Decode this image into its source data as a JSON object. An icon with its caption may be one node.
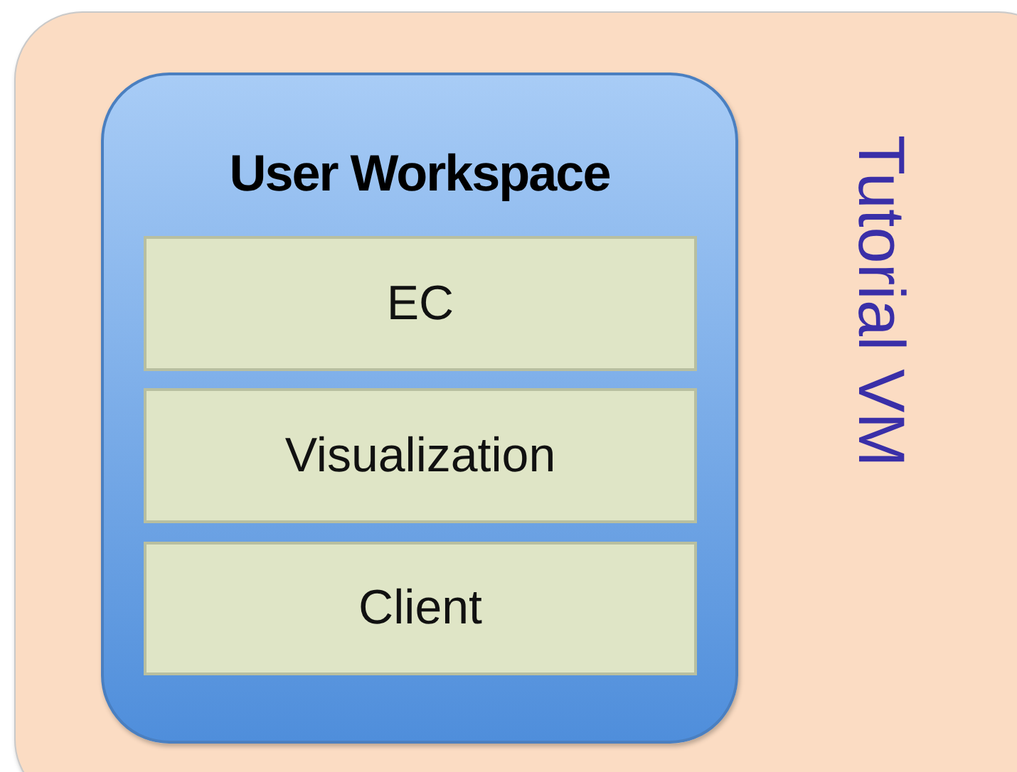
{
  "diagram": {
    "nodes": [
      {
        "text": [
          "Tutorial VM"
        ]
      },
      {
        "text": [
          "User Workspace"
        ],
        "in": 0
      },
      {
        "text": [
          "EC"
        ],
        "in": 1
      },
      {
        "text": [
          "Visualization"
        ],
        "in": 1
      },
      {
        "text": [
          "Client"
        ],
        "in": 1
      }
    ]
  }
}
